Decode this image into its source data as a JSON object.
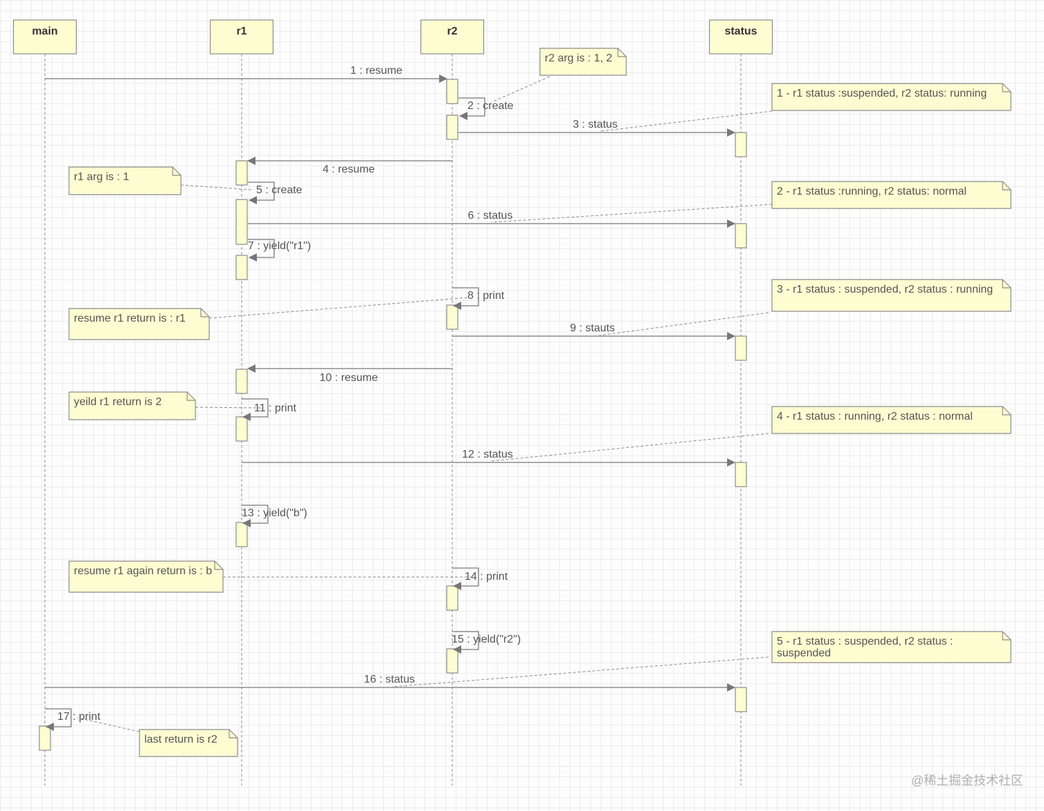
{
  "participants": [
    {
      "id": "main",
      "label": "main"
    },
    {
      "id": "r1",
      "label": "r1"
    },
    {
      "id": "r2",
      "label": "r2"
    },
    {
      "id": "status",
      "label": "status"
    }
  ],
  "messages": [
    {
      "n": 1,
      "label": "1 : resume",
      "from": "main",
      "to": "r2"
    },
    {
      "n": 2,
      "label": "2 : create",
      "from": "r2",
      "to": "r2"
    },
    {
      "n": 3,
      "label": "3 : status",
      "from": "r2",
      "to": "status"
    },
    {
      "n": 4,
      "label": "4 : resume",
      "from": "r2",
      "to": "r1"
    },
    {
      "n": 5,
      "label": "5 : create",
      "from": "r1",
      "to": "r1"
    },
    {
      "n": 6,
      "label": "6 : status",
      "from": "r1",
      "to": "status"
    },
    {
      "n": 7,
      "label": "7 : yield(\"r1\")",
      "from": "r1",
      "to": "r1"
    },
    {
      "n": 8,
      "label": "8 : print",
      "from": "r2",
      "to": "r2"
    },
    {
      "n": 9,
      "label": "9 : stauts",
      "from": "r2",
      "to": "status"
    },
    {
      "n": 10,
      "label": "10 : resume",
      "from": "r2",
      "to": "r1"
    },
    {
      "n": 11,
      "label": "11 : print",
      "from": "r1",
      "to": "r1"
    },
    {
      "n": 12,
      "label": "12 : status",
      "from": "r1",
      "to": "status"
    },
    {
      "n": 13,
      "label": "13 : yield(\"b\")",
      "from": "r1",
      "to": "r1"
    },
    {
      "n": 14,
      "label": "14 : print",
      "from": "r2",
      "to": "r2"
    },
    {
      "n": 15,
      "label": "15 : yield(\"r2\")",
      "from": "r2",
      "to": "r2"
    },
    {
      "n": 16,
      "label": "16 : status",
      "from": "main",
      "to": "status"
    },
    {
      "n": 17,
      "label": "17 : print",
      "from": "main",
      "to": "main"
    }
  ],
  "notes": [
    {
      "id": "r2-arg",
      "lines": [
        "r2 arg is : 1, 2"
      ]
    },
    {
      "id": "status-1",
      "lines": [
        "1 - r1 status :suspended, r2 status: running"
      ]
    },
    {
      "id": "r1-arg",
      "lines": [
        "r1 arg is : 1"
      ]
    },
    {
      "id": "status-2",
      "lines": [
        "2 - r1 status :running, r2 status: normal"
      ]
    },
    {
      "id": "status-3",
      "lines": [
        "3 - r1 status : suspended, r2 status : running"
      ]
    },
    {
      "id": "resume-r1-return",
      "lines": [
        "resume r1 return is : r1"
      ]
    },
    {
      "id": "yeild-r1-return",
      "lines": [
        "yeild r1 return is 2"
      ]
    },
    {
      "id": "status-4",
      "lines": [
        "4 - r1 status : running, r2 status : normal"
      ]
    },
    {
      "id": "resume-r1-again",
      "lines": [
        "resume r1 again return is : b"
      ]
    },
    {
      "id": "status-5",
      "lines": [
        "5 - r1 status : suspended, r2 status :",
        "suspended"
      ]
    },
    {
      "id": "last-return",
      "lines": [
        "last return is r2"
      ]
    }
  ],
  "watermark": "@稀土掘金技术社区",
  "colors": {
    "box_fill": "#fefdd2",
    "box_stroke": "#8c8c8c",
    "line": "#777777"
  }
}
